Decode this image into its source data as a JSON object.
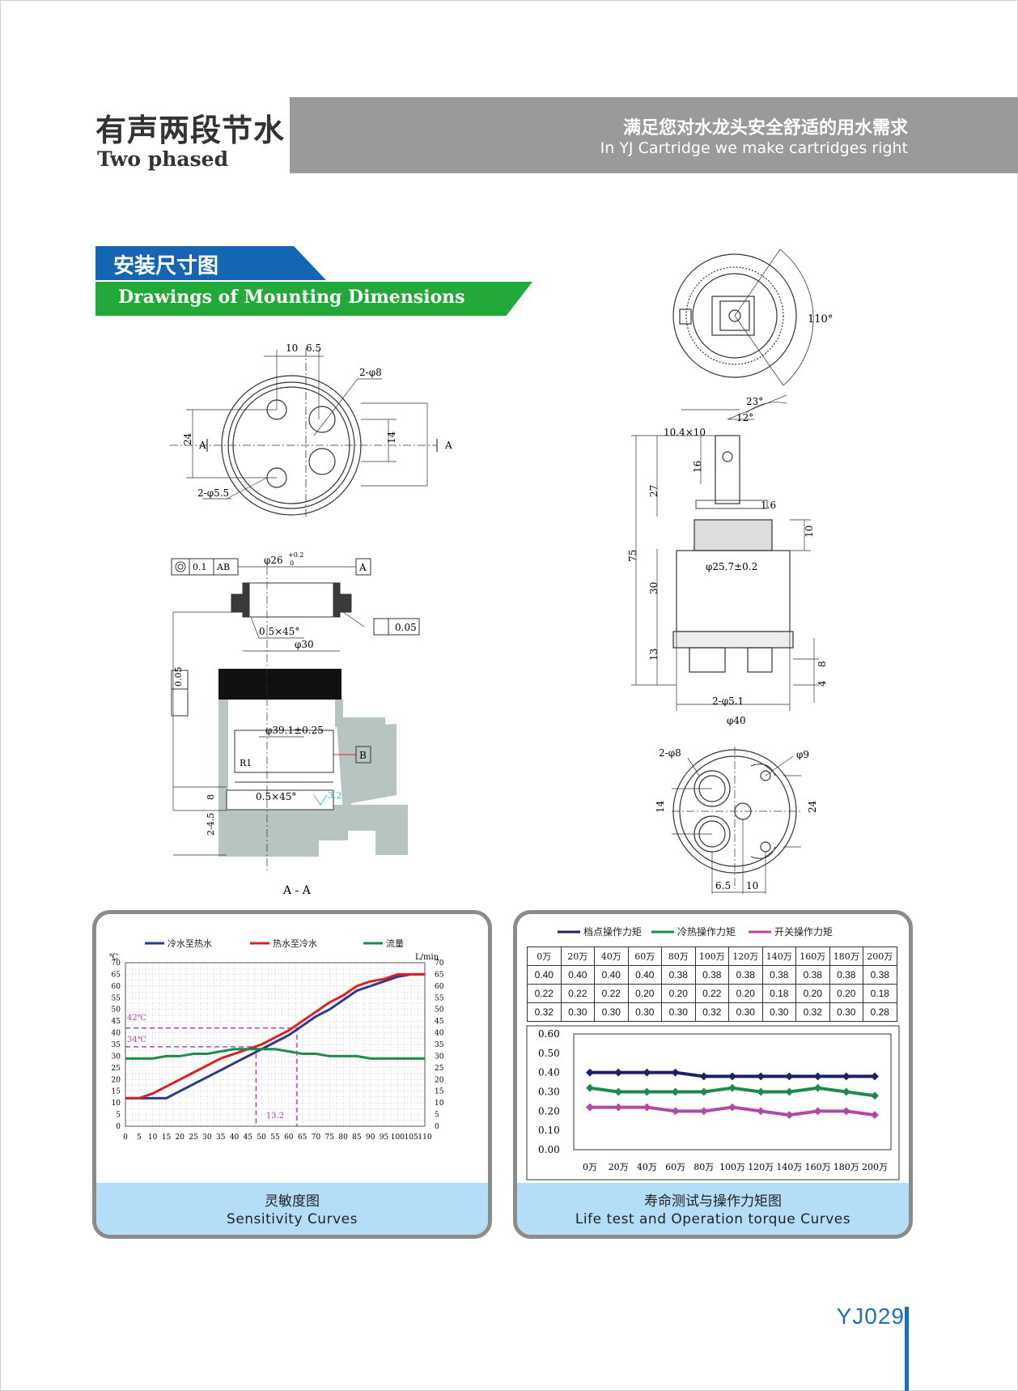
{
  "header": {
    "title_cn": "有声两段节水",
    "title_en": "Two phased",
    "slogan_cn": "满足您对水龙头安全舒适的用水需求",
    "slogan_en": "In YJ Cartridge we make cartridges right"
  },
  "section": {
    "title_cn": "安装尺寸图",
    "title_en": "Drawings of Mounting Dimensions"
  },
  "drawings": {
    "top_view": {
      "d1": "10",
      "d2": "6.5",
      "hole_top": "2-φ8",
      "height": "24",
      "mid": "14",
      "section_mark": "A",
      "hole_bottom": "2-φ5.5"
    },
    "mount": {
      "concentric": "0.1",
      "ref": "AB",
      "dia26": "φ26",
      "tol_up": "+0.2",
      "tol_low": "0",
      "ref_a": "A",
      "chamfer": "0.5×45°",
      "flat_tol": "0.05",
      "dia30": "φ30",
      "parallel": "0.05",
      "dia39": "φ39.1±0.25",
      "r1": "R1",
      "ref_b": "B",
      "dim8": "8",
      "chamfer2": "0.5×45°",
      "rough": "3.2",
      "dim_bottom": "2-4.5",
      "section_label": "A - A"
    },
    "cartridge_top": {
      "angle": "110°"
    },
    "cartridge_side": {
      "a23": "23°",
      "a12": "12°",
      "stem": "10.4×10",
      "d16": "16",
      "d27": "27",
      "d16b": "1.6",
      "d10": "10",
      "d75": "75",
      "dia25": "φ25.7±0.2",
      "d30": "30",
      "d13": "13",
      "d8": "8",
      "d4": "4",
      "pin": "2-φ5.1",
      "dia40": "φ40"
    },
    "cartridge_bottom": {
      "holes": "2-φ8",
      "dia9": "φ9",
      "d14": "14",
      "d24": "24",
      "d65": "6.5",
      "d10": "10"
    }
  },
  "sensitivity": {
    "footer_cn": "灵敏度图",
    "footer_en": "Sensitivity Curves",
    "chart_data": {
      "type": "line",
      "x": [
        0,
        5,
        10,
        15,
        20,
        25,
        30,
        35,
        40,
        45,
        50,
        55,
        60,
        65,
        70,
        75,
        80,
        85,
        90,
        95,
        100,
        105,
        110
      ],
      "xlim": [
        0,
        110
      ],
      "ylim": [
        0,
        70
      ],
      "yticks": [
        0,
        5,
        10,
        15,
        20,
        25,
        30,
        35,
        40,
        45,
        50,
        55,
        60,
        65,
        70
      ],
      "left_unit": "℃",
      "right_unit": "L/min",
      "grid": true,
      "legend_position": "top",
      "series": [
        {
          "name": "冷水至热水",
          "color": "#2e3a8c",
          "values": [
            12,
            12,
            12,
            12,
            15,
            18,
            21,
            24,
            27,
            30,
            33,
            36,
            39,
            43,
            47,
            50,
            54,
            58,
            60,
            62,
            64,
            65,
            65
          ]
        },
        {
          "name": "热水至冷水",
          "color": "#e02020",
          "values": [
            12,
            12,
            14,
            17,
            20,
            23,
            26,
            29,
            31,
            33,
            35,
            38,
            41,
            45,
            49,
            53,
            56,
            60,
            62,
            63,
            65,
            65,
            65
          ]
        },
        {
          "name": "流量",
          "color": "#1e8a4c",
          "values": [
            29,
            29,
            29,
            30,
            30,
            31,
            31,
            32,
            33,
            33,
            33,
            33,
            32,
            31,
            31,
            30,
            30,
            30,
            29,
            29,
            29,
            29,
            29
          ]
        }
      ],
      "annotations": [
        {
          "label": "42℃",
          "y": 42,
          "x": 63
        },
        {
          "label": "34℃",
          "y": 34,
          "x": 48
        },
        {
          "label": "13.2",
          "x": 55
        }
      ]
    }
  },
  "lifetest": {
    "footer_cn": "寿命测试与操作力矩图",
    "footer_en": "Life test and Operation torque Curves",
    "legend": [
      "档点操作力矩",
      "冷热操作力矩",
      "开关操作力矩"
    ],
    "table": {
      "header": [
        "0万",
        "20万",
        "40万",
        "60万",
        "80万",
        "100万",
        "120万",
        "140万",
        "160万",
        "180万",
        "200万"
      ],
      "rows": [
        [
          "0.40",
          "0.40",
          "0.40",
          "0.40",
          "0.38",
          "0.38",
          "0.38",
          "0.38",
          "0.38",
          "0.38",
          "0.38"
        ],
        [
          "0.22",
          "0.22",
          "0.22",
          "0.20",
          "0.20",
          "0.22",
          "0.20",
          "0.18",
          "0.20",
          "0.20",
          "0.18"
        ],
        [
          "0.32",
          "0.30",
          "0.30",
          "0.30",
          "0.30",
          "0.32",
          "0.30",
          "0.30",
          "0.32",
          "0.30",
          "0.28"
        ]
      ]
    },
    "chart_data": {
      "type": "line",
      "categories": [
        "0万",
        "20万",
        "40万",
        "60万",
        "80万",
        "100万",
        "120万",
        "140万",
        "160万",
        "180万",
        "200万"
      ],
      "ylim": [
        0,
        0.6
      ],
      "yticks": [
        "0.00",
        "0.10",
        "0.20",
        "0.30",
        "0.40",
        "0.50",
        "0.60"
      ],
      "series": [
        {
          "name": "档点操作力矩",
          "color": "#1f1f66",
          "values": [
            0.4,
            0.4,
            0.4,
            0.4,
            0.38,
            0.38,
            0.38,
            0.38,
            0.38,
            0.38,
            0.38
          ]
        },
        {
          "name": "冷热操作力矩",
          "color": "#1e8a4c",
          "values": [
            0.32,
            0.3,
            0.3,
            0.3,
            0.3,
            0.32,
            0.3,
            0.3,
            0.32,
            0.3,
            0.28
          ]
        },
        {
          "name": "开关操作力矩",
          "color": "#b04aa8",
          "values": [
            0.22,
            0.22,
            0.22,
            0.2,
            0.2,
            0.22,
            0.2,
            0.18,
            0.2,
            0.2,
            0.18
          ]
        }
      ]
    }
  },
  "model": "YJ029"
}
